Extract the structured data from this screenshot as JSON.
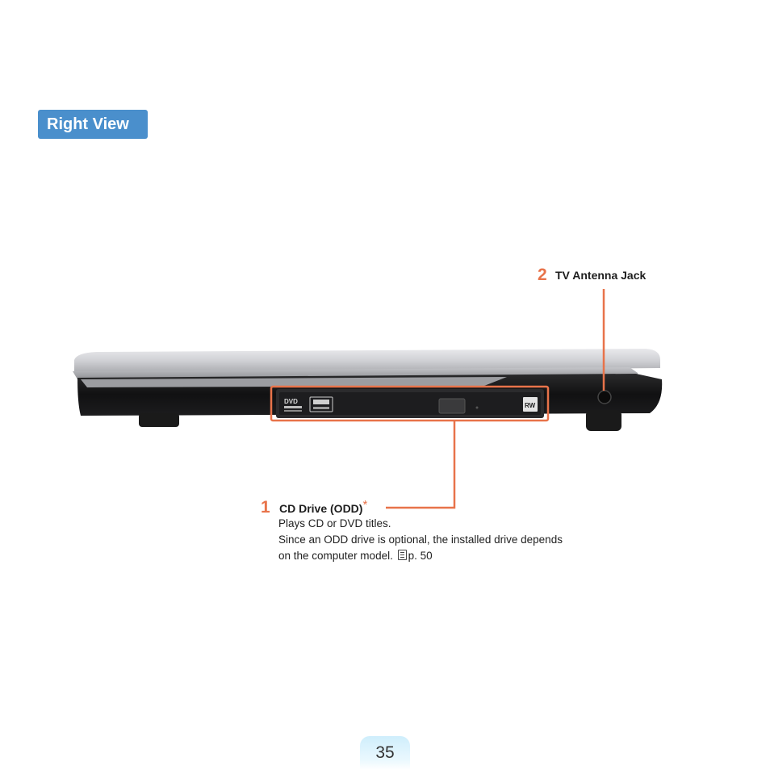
{
  "section": {
    "title": "Right View"
  },
  "callouts": [
    {
      "number": "1",
      "title": "CD Drive (ODD)",
      "mark": "*",
      "desc_lines": [
        "Plays CD or DVD titles.",
        "Since an ODD drive is optional, the installed drive depends"
      ],
      "desc_last_prefix": "on the computer model.",
      "ref_icon": "manual-page-icon",
      "ref_page": "p. 50"
    },
    {
      "number": "2",
      "title": "TV Antenna Jack"
    }
  ],
  "drive_logos": {
    "dvd": "DVD",
    "rw": "RW"
  },
  "page_number": "35",
  "colors": {
    "badge": "#4a8fcc",
    "accent": "#e8734a",
    "page_tab": "#d4f0fc"
  }
}
